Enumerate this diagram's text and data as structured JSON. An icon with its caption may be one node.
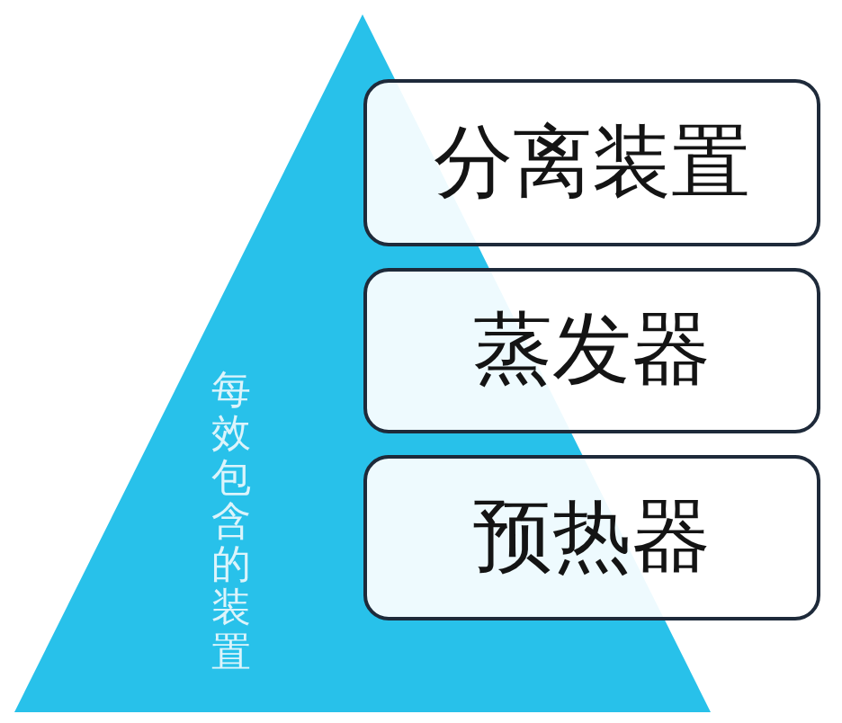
{
  "diagram": {
    "nodes": [
      {
        "text": [
          "每效包含的装置"
        ]
      },
      {
        "text": [
          "分离装置"
        ]
      },
      {
        "text": [
          "蒸发器"
        ]
      },
      {
        "text": [
          "预热器"
        ]
      }
    ]
  }
}
